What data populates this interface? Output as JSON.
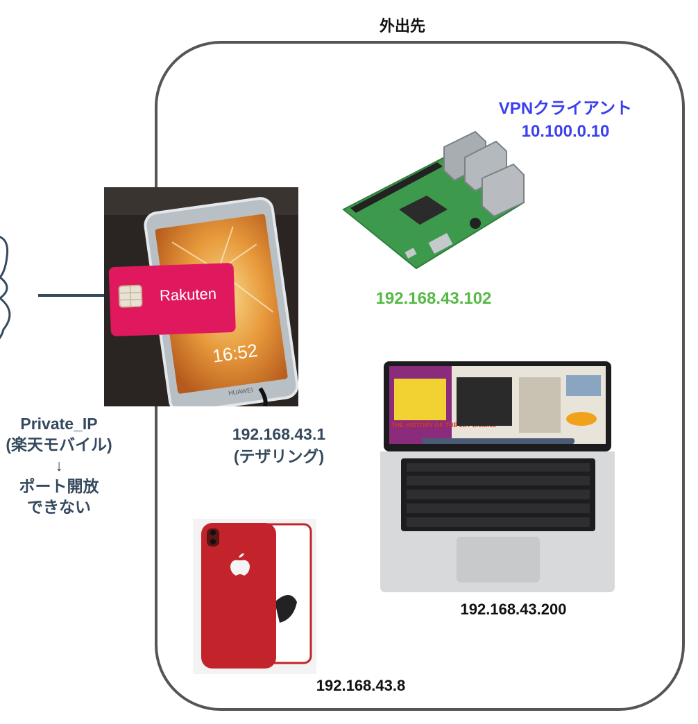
{
  "location": {
    "title": "外出先"
  },
  "vpn_client": {
    "name": "VPNクライアント",
    "vpn_ip": "10.100.0.10"
  },
  "raspberry_pi": {
    "ip": "192.168.43.102"
  },
  "router": {
    "ip": "192.168.43.1",
    "mode": "(テザリング)"
  },
  "isp": {
    "ip_type": "Private_IP",
    "carrier": "(楽天モバイル)",
    "arrow": "↓",
    "note_line1": "ポート開放",
    "note_line2": "できない"
  },
  "laptop": {
    "ip": "192.168.43.200"
  },
  "iphone": {
    "ip": "192.168.43.8"
  },
  "photo_text": {
    "sim_brand": "Rakuten",
    "phone_clock": "16:52",
    "phone_brand": "HUAWEI",
    "laptop_article": "THE HISTORY OF THE JET ENGINE"
  },
  "colors": {
    "vpn_blue": "#3b3ff0",
    "green": "#56b947",
    "navy": "#35495e",
    "frame": "#555555",
    "sim_pink": "#e0195f",
    "iphone_red": "#c3232b"
  }
}
